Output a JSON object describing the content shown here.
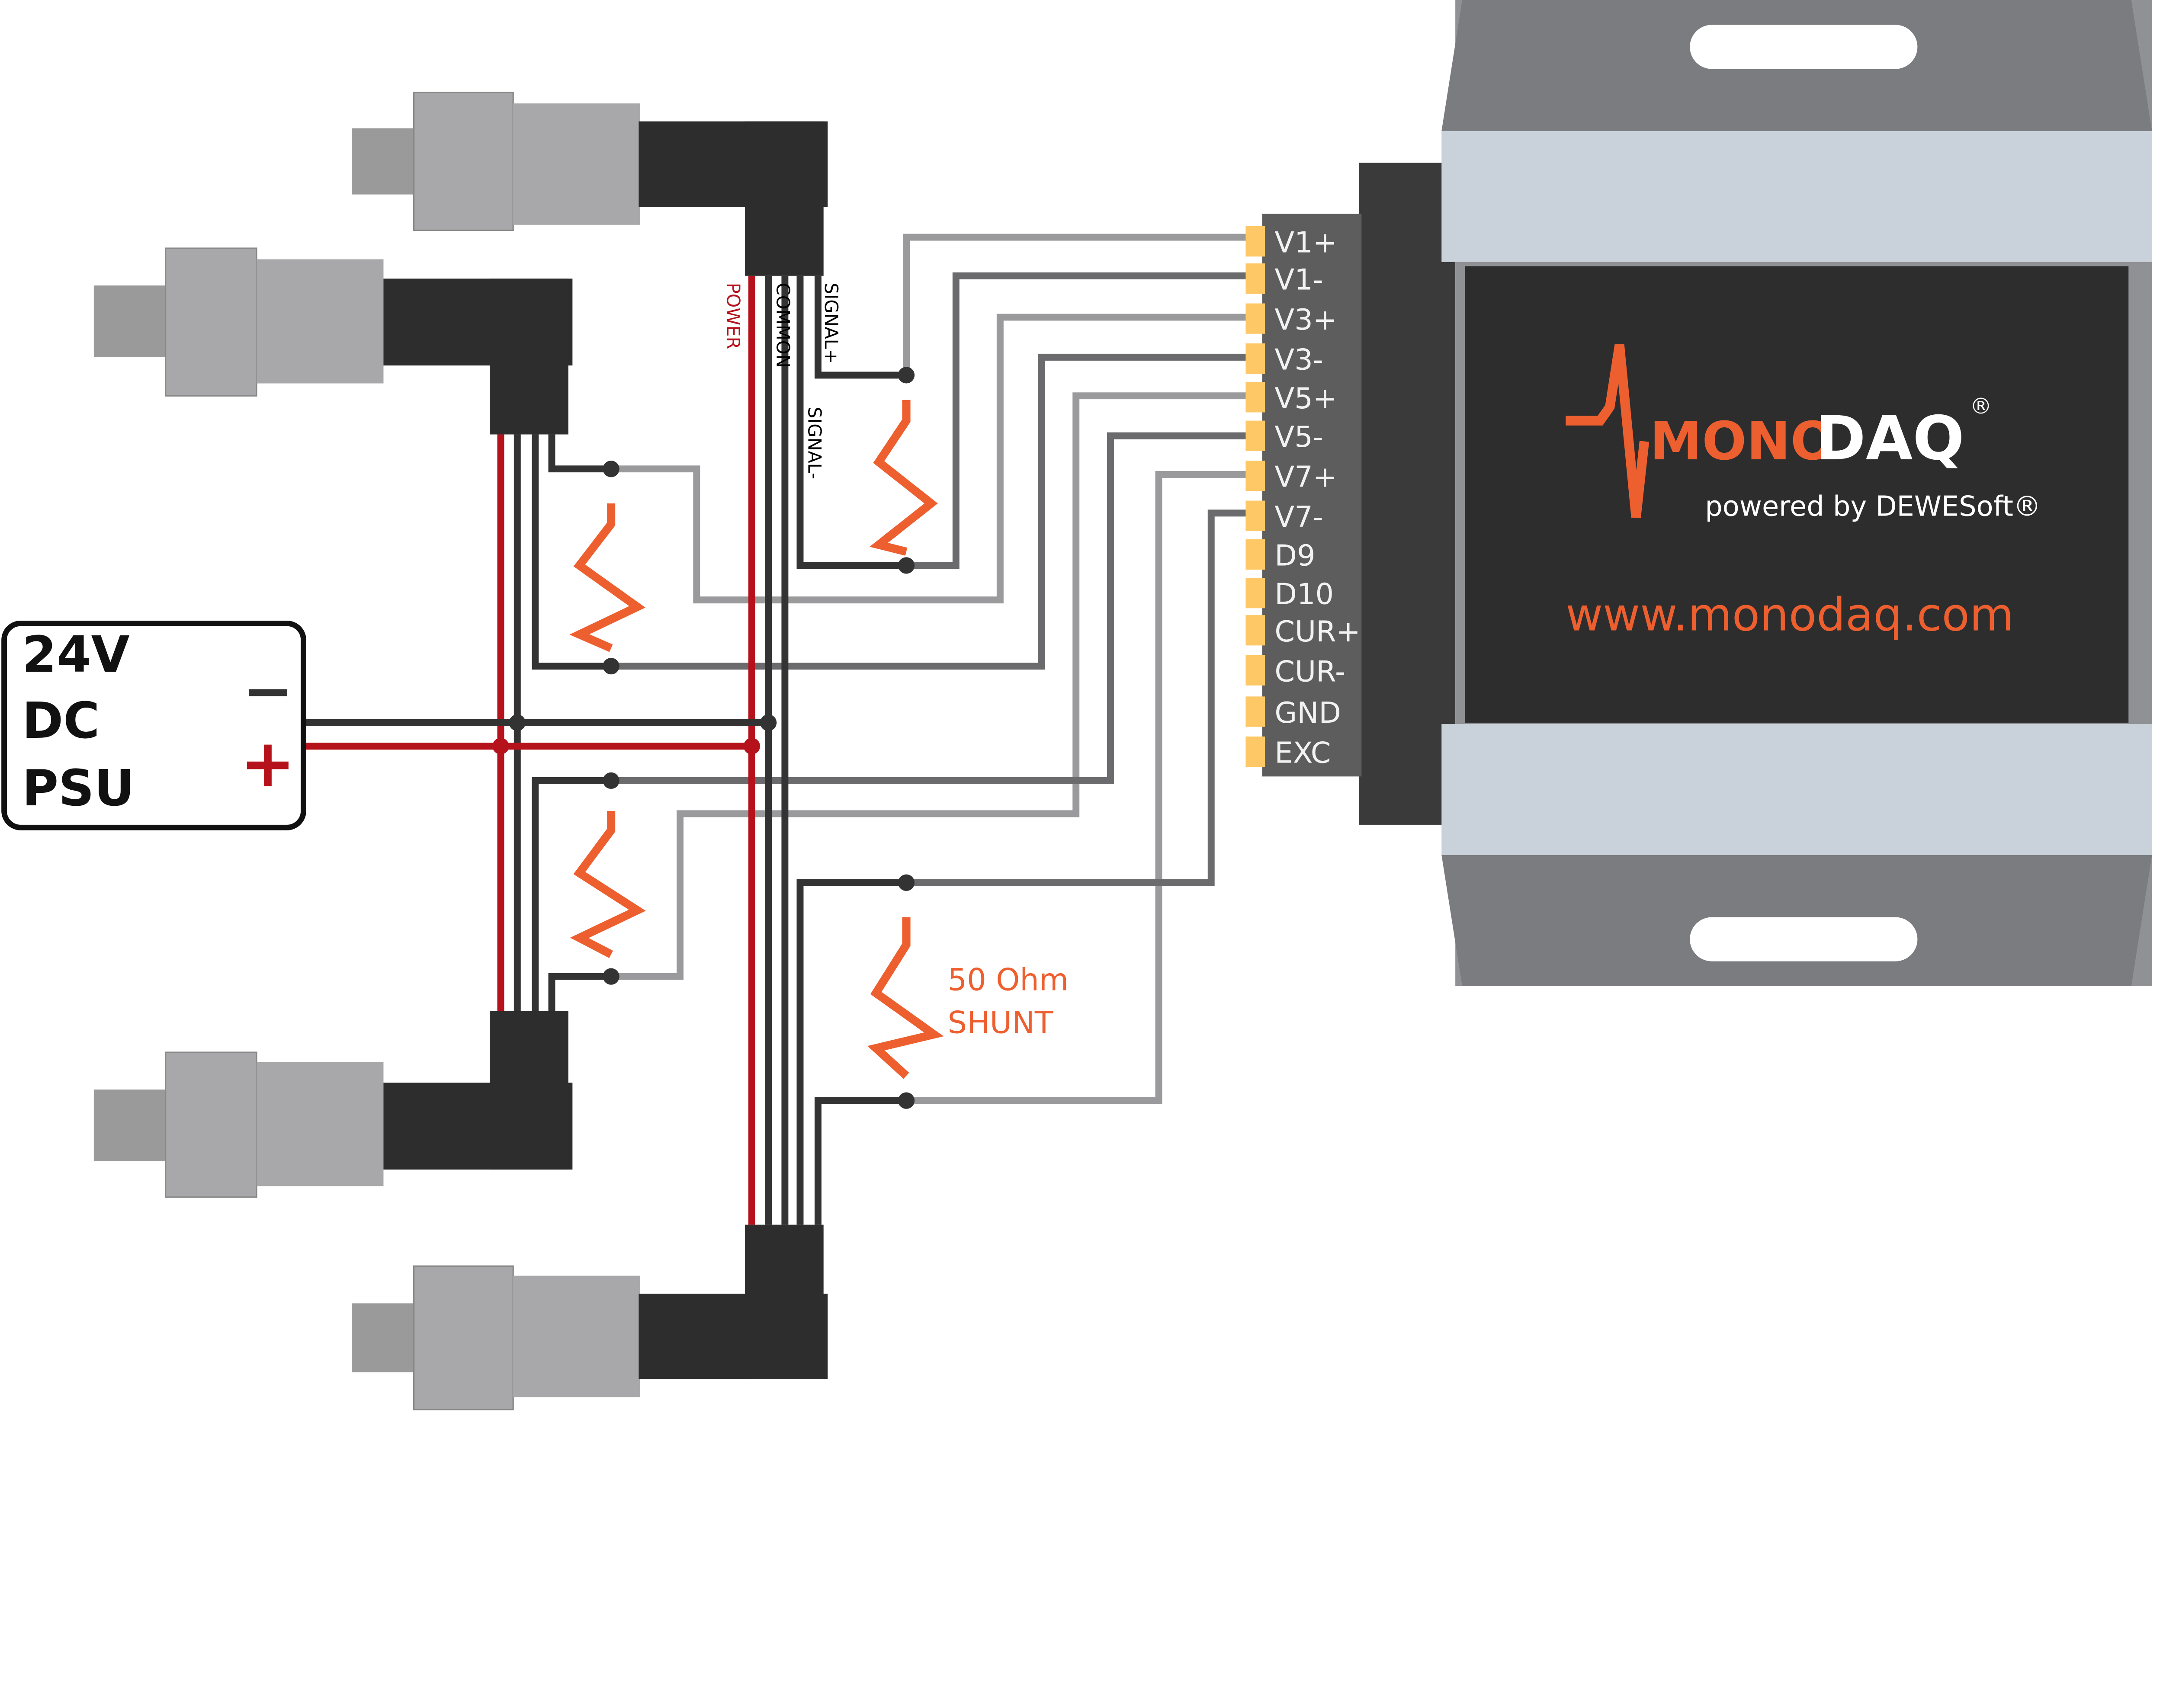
{
  "psu": {
    "line1": "24V",
    "line2": "DC",
    "line3": "PSU",
    "minus": "−",
    "plus": "+"
  },
  "wire_labels": {
    "power": "POWER",
    "common": "COMMON",
    "signal_plus": "SIGNAL+",
    "signal_minus": "SIGNAL-"
  },
  "shunt": {
    "line1": "50 Ohm",
    "line2": "SHUNT"
  },
  "terminals": [
    "V1+",
    "V1-",
    "V3+",
    "V3-",
    "V5+",
    "V5-",
    "V7+",
    "V7-",
    "D9",
    "D10",
    "CUR+",
    "CUR-",
    "GND",
    "EXC"
  ],
  "device": {
    "logo_mono": "MONO",
    "logo_daq": "DAQ",
    "registered": "®",
    "powered_by": "powered by DEWESoft®",
    "url": "www.monodaq.com"
  },
  "colors": {
    "power_wire": "#b5121b",
    "common_wire": "#333333",
    "resistor": "#ee5f2f",
    "pin": "#fdc865",
    "device_panel": "#2d2d2d",
    "accent": "#ee5f2f"
  }
}
